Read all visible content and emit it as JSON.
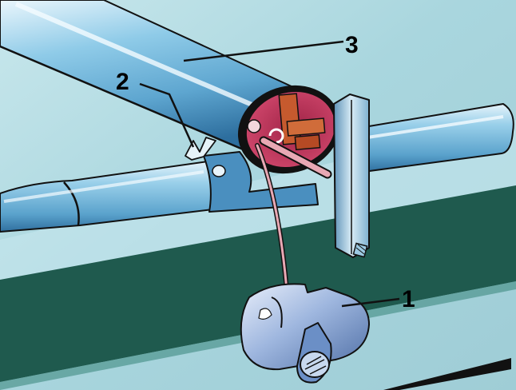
{
  "diagram": {
    "callouts": [
      {
        "id": "1",
        "label": "1",
        "target": "lever-knob"
      },
      {
        "id": "2",
        "label": "2",
        "target": "retaining-clip"
      },
      {
        "id": "3",
        "label": "3",
        "target": "main-tube"
      }
    ],
    "colors": {
      "background": "#b3dde4",
      "background_light": "#d6eef1",
      "dark_band": "#1f5a4e",
      "tube_light": "#d4ecf8",
      "tube_mid": "#8cc6e4",
      "tube_dark": "#3d7fb0",
      "flange_fill": "#c4375c",
      "flange_rim": "#111111",
      "bracket_brown": "#c65a2e",
      "cable_pink": "#e4a4b0",
      "knob_blue": "#6b8fc6",
      "outline": "#111111"
    }
  }
}
